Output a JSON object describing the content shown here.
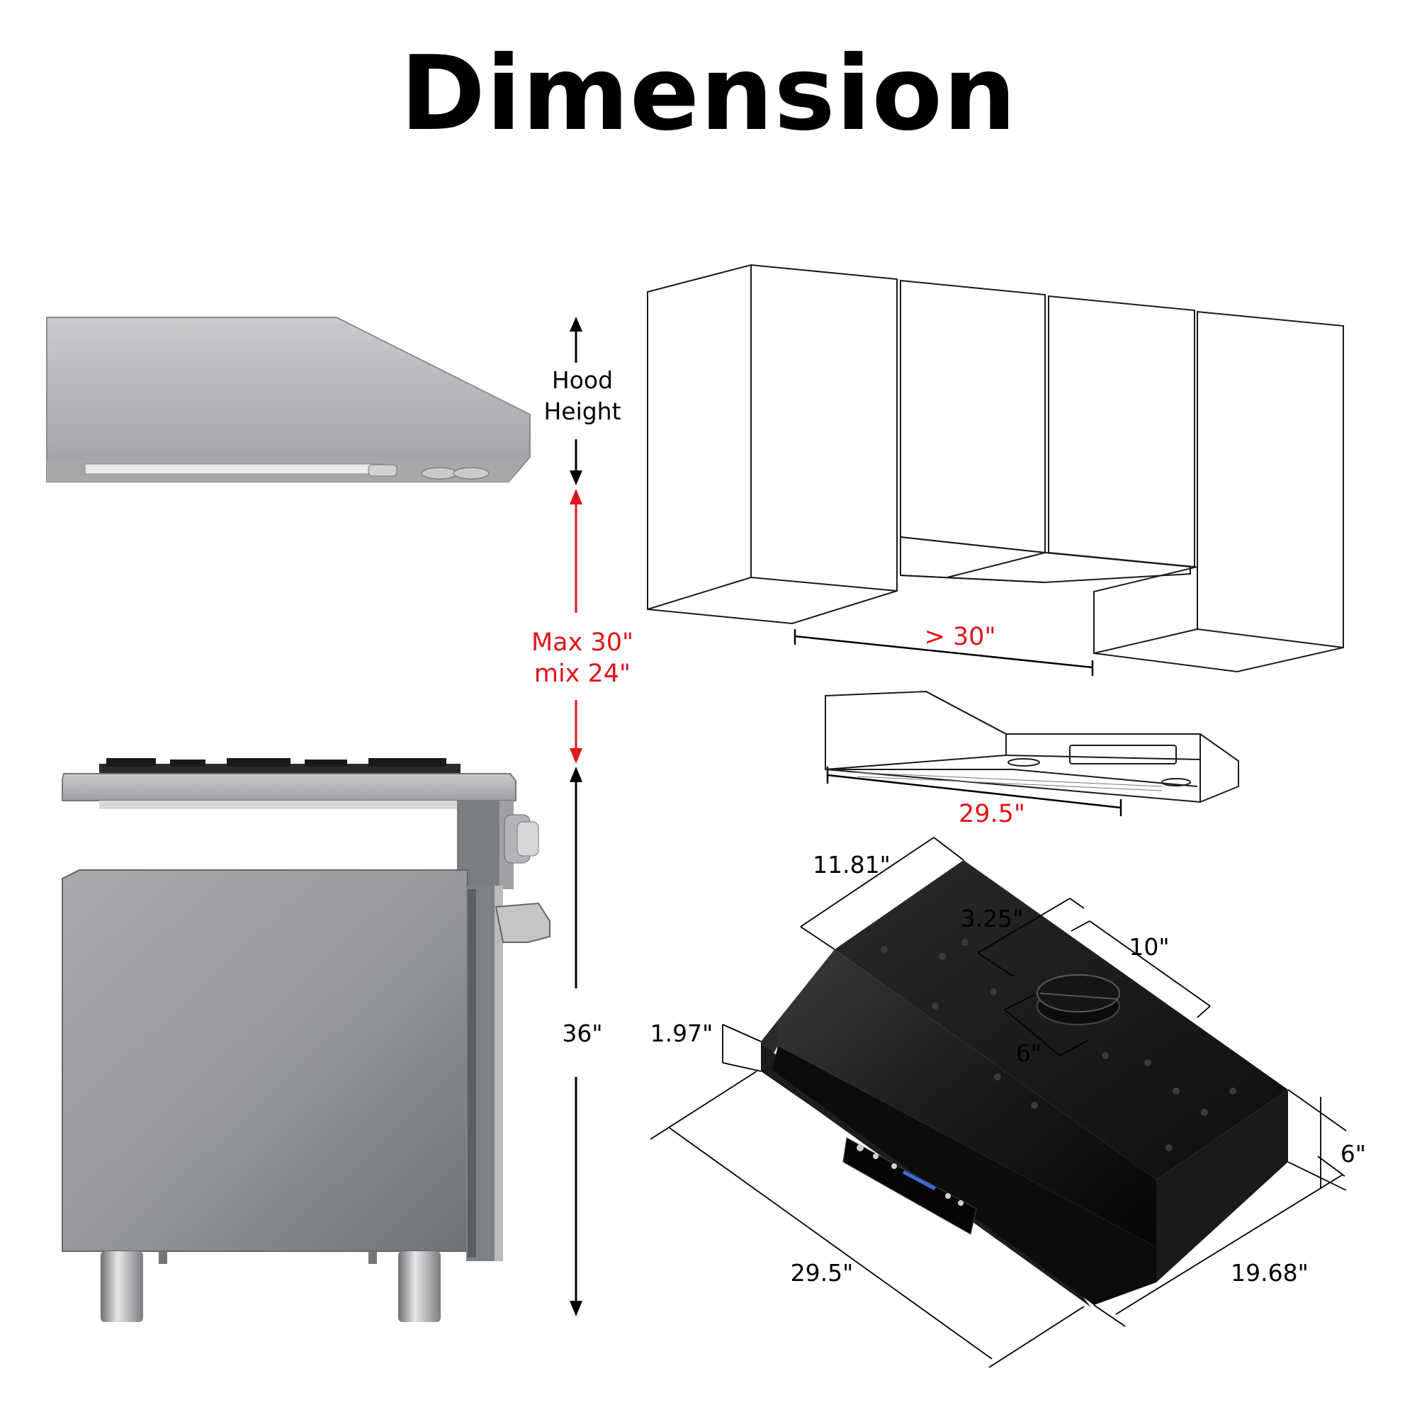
{
  "title": "Dimension",
  "labels": {
    "hood_height_line1": "Hood",
    "hood_height_line2": "Height",
    "max_line": "Max 30\"",
    "min_line": "mix 24\"",
    "range_height": "36\"",
    "cabinet_gap": "> 30\"",
    "hood_width_front": "29.5\"",
    "top_depth": "11.81\"",
    "duct_offset": "3.25\"",
    "duct_length": "10\"",
    "duct_diameter": "6\"",
    "edge_height": "1.97\"",
    "front_height": "6\"",
    "width_bottom": "29.5\"",
    "depth_bottom": "19.68\""
  },
  "colors": {
    "accent": "#e0141a",
    "line": "#000000",
    "steel_light": "#d4d6d8",
    "steel_dark": "#8a8d90",
    "hood_black": "#141414"
  }
}
